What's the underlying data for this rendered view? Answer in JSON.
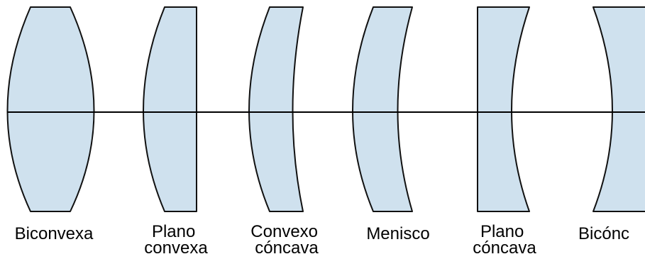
{
  "colors": {
    "lens_fill": "#cfe1ee",
    "lens_stroke": "#111111",
    "axis": "#000000",
    "label": "#000000",
    "background": "#ffffff"
  },
  "lenses": [
    {
      "id": "biconvexa",
      "label_lines": [
        "Biconvexa"
      ]
    },
    {
      "id": "plano-convexa",
      "label_lines": [
        "Plano",
        "convexa"
      ]
    },
    {
      "id": "convexo-concava",
      "label_lines": [
        "Convexo",
        "cóncava"
      ]
    },
    {
      "id": "menisco",
      "label_lines": [
        "Menisco"
      ]
    },
    {
      "id": "plano-concava",
      "label_lines": [
        "Plano",
        "cóncava"
      ]
    },
    {
      "id": "biconcava",
      "label_lines": [
        "Bicónc"
      ]
    }
  ]
}
